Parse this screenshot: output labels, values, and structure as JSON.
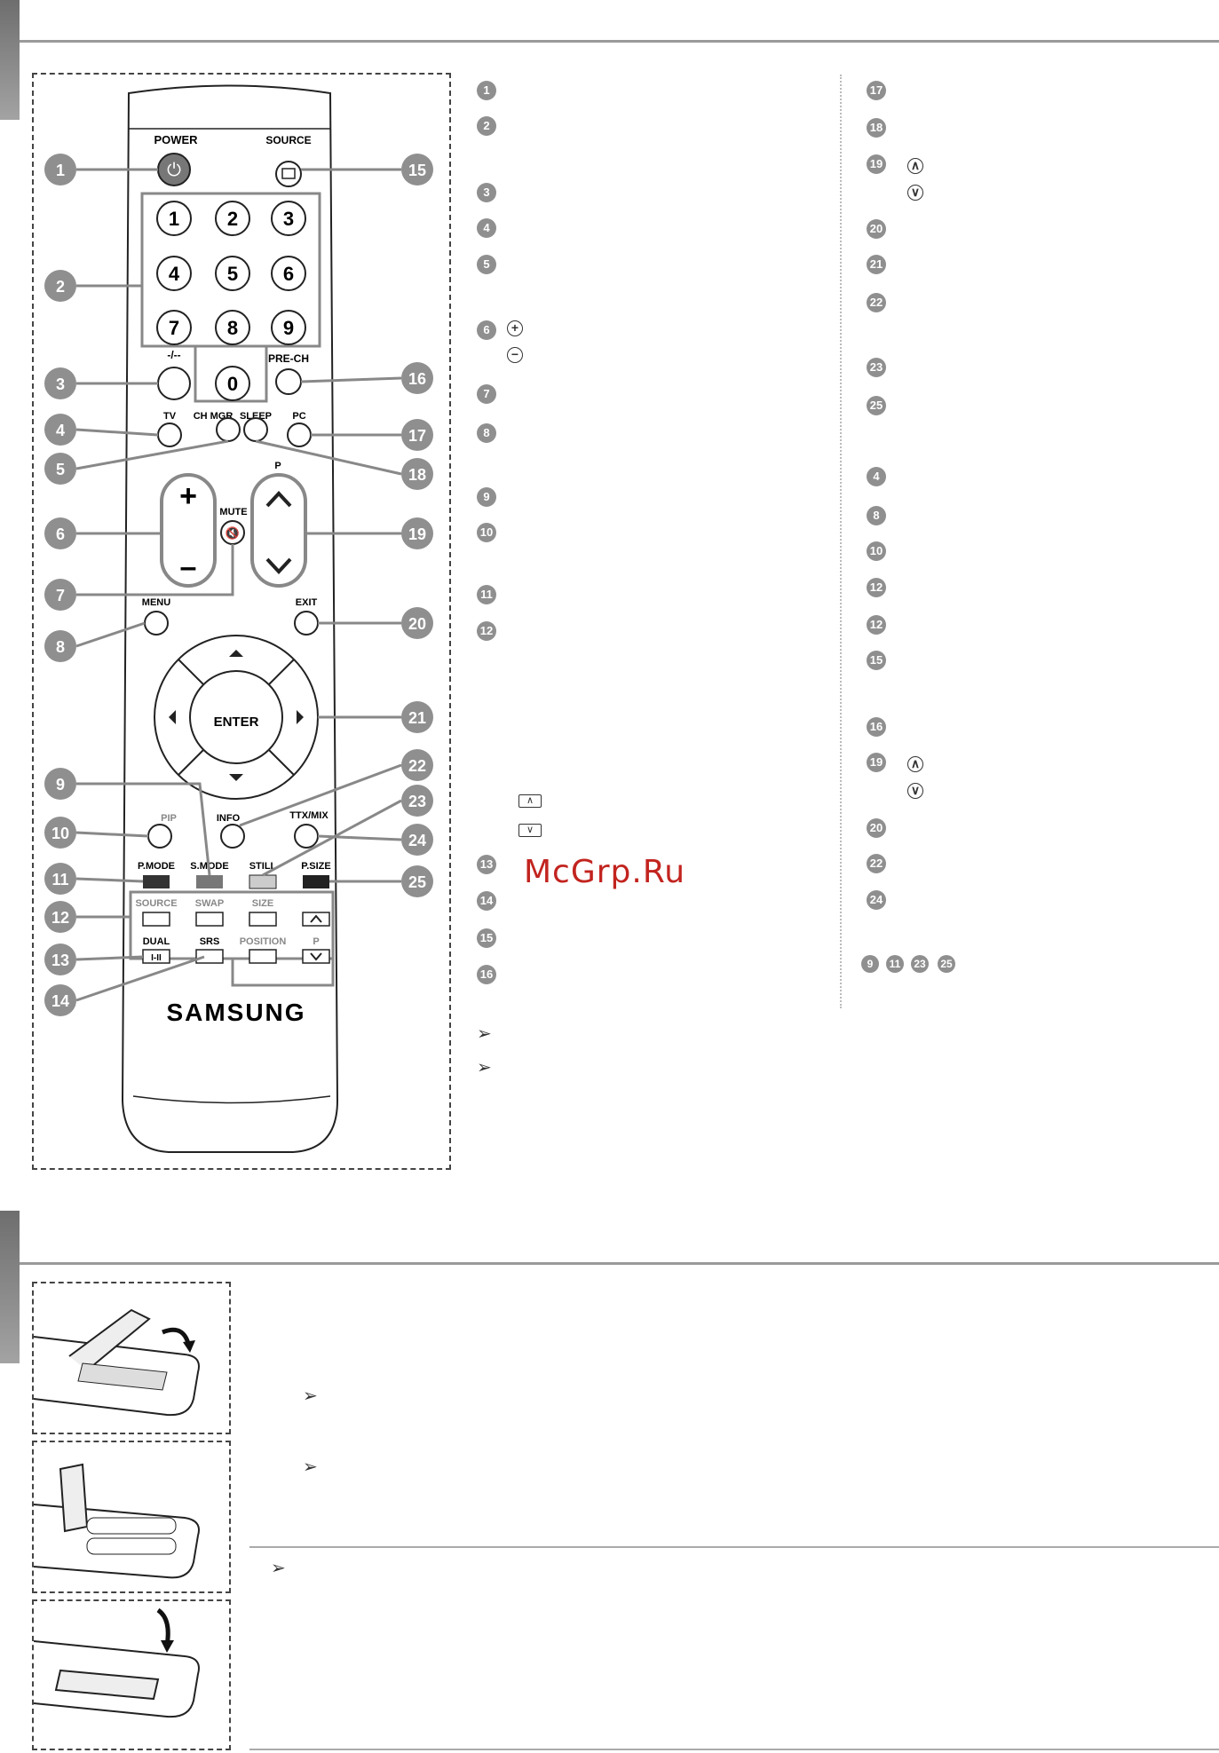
{
  "remote": {
    "power_label": "POWER",
    "source_label": "SOURCE",
    "keys": [
      "1",
      "2",
      "3",
      "4",
      "5",
      "6",
      "7",
      "8",
      "9",
      "0"
    ],
    "dash_label": "-/--",
    "prech_label": "PRE-CH",
    "tv_label": "TV",
    "chmgr_label": "CH MGR",
    "sleep_label": "SLEEP",
    "pc_label": "PC",
    "p_label": "P",
    "mute_label": "MUTE",
    "menu_label": "MENU",
    "exit_label": "EXIT",
    "enter_label": "ENTER",
    "info_label": "INFO",
    "pip_label": "PIP",
    "ttx_label": "TTX/MIX",
    "pmode_label": "P.MODE",
    "smode_label": "S.MODE",
    "still_label": "STILL",
    "psize_label": "P.SIZE",
    "source2_label": "SOURCE",
    "swap_label": "SWAP",
    "size_label": "SIZE",
    "dual_label": "DUAL",
    "dual_key": "I-II",
    "srs_label": "SRS",
    "position_label": "POSITION",
    "p2_label": "P",
    "brand": "SAMSUNG",
    "callouts_left": [
      "1",
      "2",
      "3",
      "4",
      "5",
      "6",
      "7",
      "8",
      "9",
      "10",
      "11",
      "12",
      "13",
      "14"
    ],
    "callouts_right": [
      "15",
      "16",
      "17",
      "18",
      "19",
      "20",
      "21",
      "22",
      "23",
      "24",
      "25"
    ]
  },
  "legend": {
    "col1": [
      "1",
      "2",
      "3",
      "4",
      "5",
      "6",
      "7",
      "8",
      "9",
      "10",
      "11",
      "12",
      "13",
      "14",
      "15",
      "16"
    ],
    "col2_top": [
      "17",
      "18",
      "19",
      "20",
      "21",
      "22",
      "23",
      "25"
    ],
    "col2_ttx": [
      "4",
      "8",
      "10",
      "12",
      "12",
      "15",
      "16",
      "19",
      "20",
      "22",
      "24"
    ],
    "col2_group": [
      "9",
      "11",
      "23",
      "25"
    ]
  },
  "watermark": "McGrp.Ru"
}
